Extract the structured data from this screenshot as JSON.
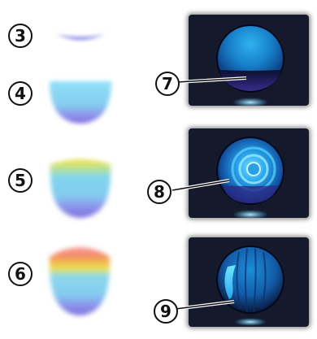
{
  "labels": {
    "n3": "3",
    "n4": "4",
    "n5": "5",
    "n6": "6",
    "n7": "7",
    "n8": "8",
    "n9": "9"
  },
  "colors": {
    "panel_bg": "#141a2c",
    "bowl_light_blue": "#7fd3ee",
    "bowl_violet": "#8b7fe6",
    "band_yellow": "#e8e25a",
    "band_red": "#f4886a",
    "sphere_blue": "#1aa0e6",
    "label_stroke": "#111111"
  }
}
